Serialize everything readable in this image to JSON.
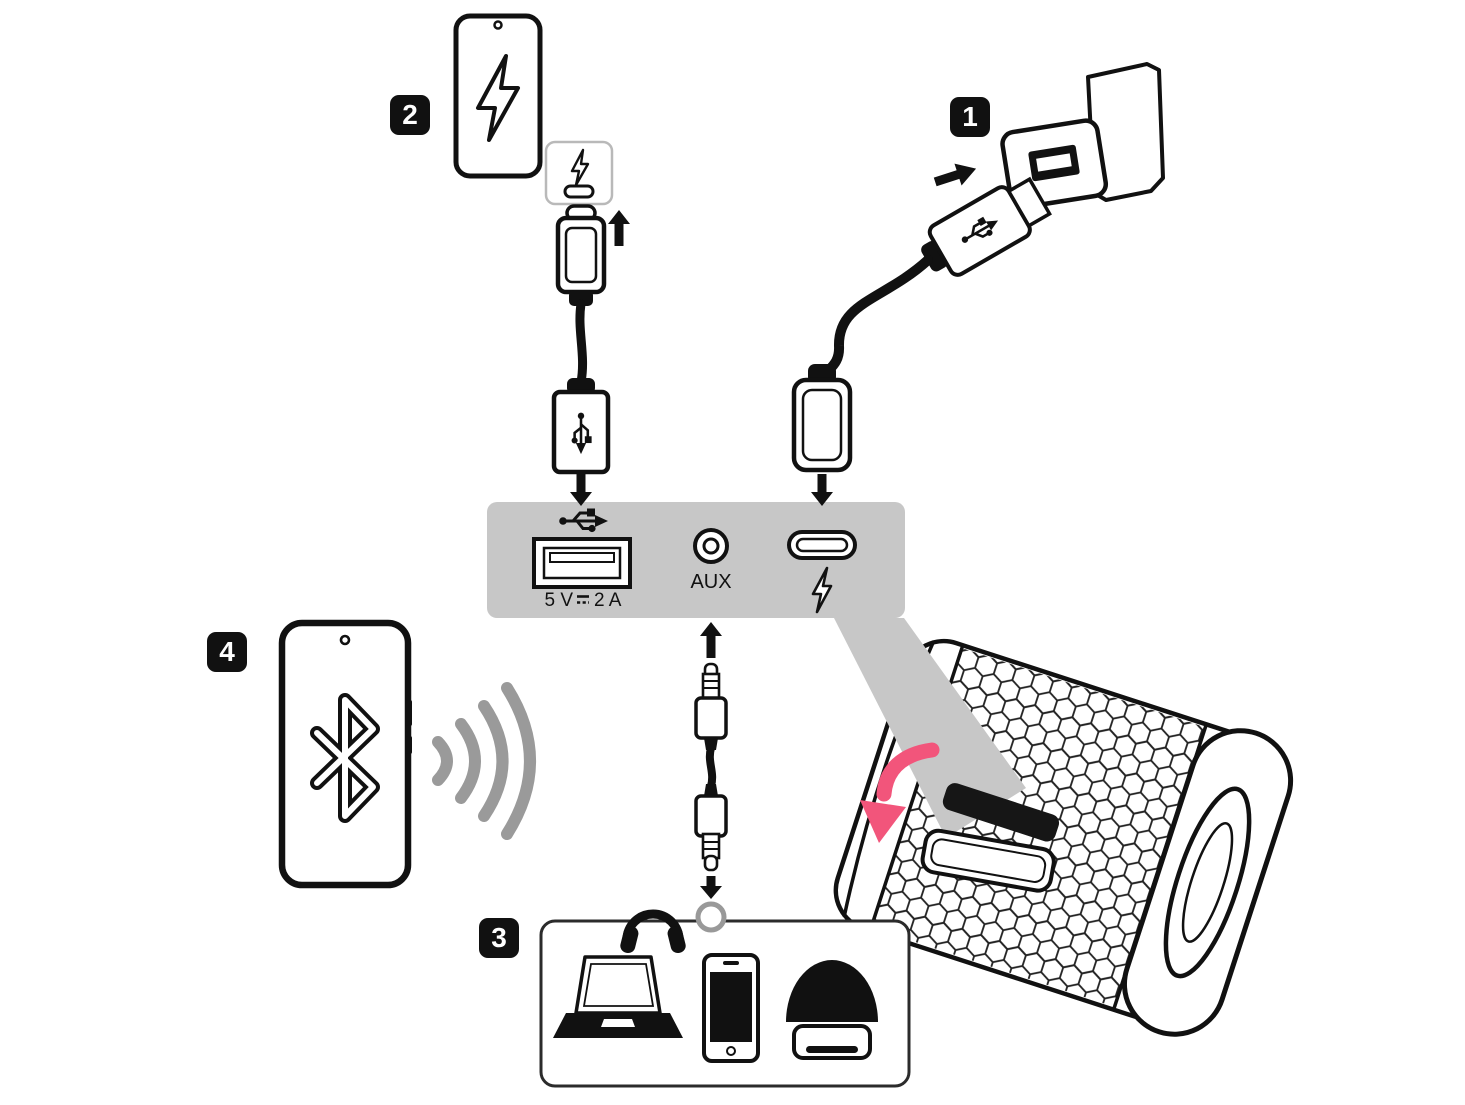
{
  "steps": [
    {
      "label": "1"
    },
    {
      "label": "2"
    },
    {
      "label": "3"
    },
    {
      "label": "4"
    }
  ],
  "ports_panel": {
    "usb_power_left": "5 V",
    "usb_power_right": "2 A",
    "aux_label": "AUX"
  },
  "icons": {
    "usb": "usb-trident-icon",
    "lightning": "lightning-bolt-icon",
    "dc_symbol": "dc-symbol-icon",
    "bluetooth": "bluetooth-icon",
    "signal_waves": "signal-waves-icon",
    "headphones": "headphones-icon",
    "laptop": "laptop-icon",
    "smartphone": "smartphone-icon",
    "speaker_device": "speaker-device-icon",
    "direction_arrows": "arrow-icon"
  },
  "colors": {
    "panel_gray": "#c7c7c7",
    "accent_pink": "#f2557b",
    "wave_gray": "#9a9a9a",
    "line_black": "#111111"
  }
}
